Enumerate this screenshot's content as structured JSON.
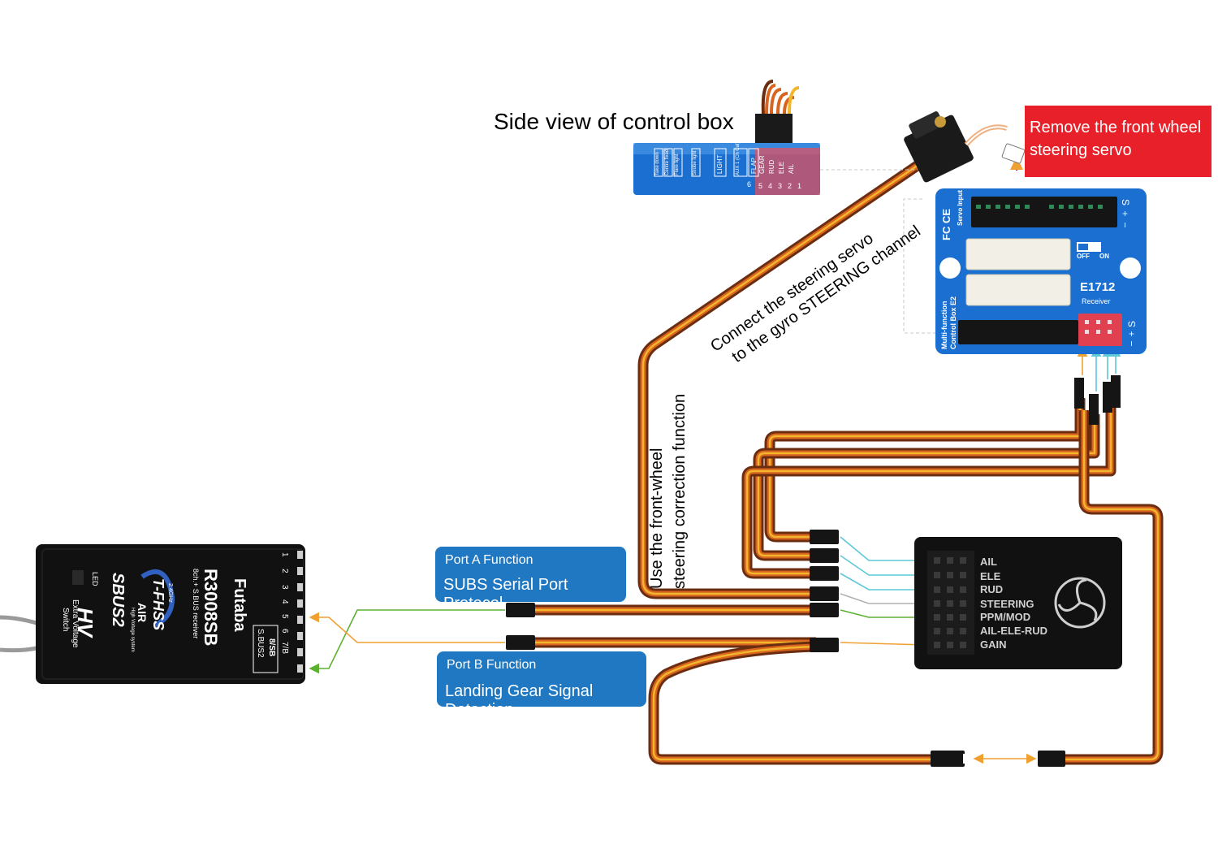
{
  "side_view_title": "Side view of control box",
  "remove_note": {
    "line1": "Remove the front wheel",
    "line2": "steering servo"
  },
  "connect_note": {
    "line1": "Connect the steering servo",
    "line2": "to the gyro STEERING channel"
  },
  "front_wheel_note": {
    "line1": "Use the front-wheel",
    "line2": "steering correction function"
  },
  "port_a": {
    "title": "Port A Function",
    "desc": "SUBS Serial Port Protocol"
  },
  "port_b": {
    "title": "Port B Function",
    "desc": "Landing Gear Signal Detection"
  },
  "receiver": {
    "brand": "Futaba",
    "model": "R3008SB",
    "subtitle": "8ch.+ S.BUS receiver",
    "tech": "T-FHSS",
    "band": "2.4GHz",
    "air": "AIR",
    "sbus": "SBUS2",
    "hv": "HV",
    "hv_note": "High Voltage system",
    "led": "LED",
    "extra_voltage": "Extra Voltage",
    "switch": "Switch",
    "sbus_port_a": "8/SB",
    "sbus_port_b": "S.BUS2",
    "channels": [
      "1",
      "2",
      "3",
      "4",
      "5",
      "6",
      "7/B"
    ]
  },
  "control_box": {
    "model": "E1712",
    "name_line1": "Multi-function",
    "name_line2": "Control Box E2",
    "receiver_label": "Receiver",
    "servo_input": "Servo Input",
    "switch_off": "OFF",
    "switch_on": "ON",
    "pins": [
      "S",
      "+",
      "−"
    ]
  },
  "side_view_labels": [
    "Take down",
    "Centre fixed",
    "Flare light",
    "Strobe light",
    "LIGHT",
    "AUX 1 (Ch Cal)",
    "FLAP",
    "GEAR",
    "RUD",
    "ELE",
    "AIL"
  ],
  "side_view_numbers": [
    "5",
    "4",
    "3",
    "2",
    "1"
  ],
  "side_view_aux": "6",
  "gyro_channels": [
    "AIL",
    "ELE",
    "RUD",
    "STEERING",
    "PPM/MOD",
    "AIL-ELE-RUD",
    "GAIN"
  ],
  "colors": {
    "callout_blue": "#1f78c1",
    "warning_red": "#e8202a",
    "signal_orange": "#f0a030",
    "signal_green": "#5cb030",
    "signal_cyan": "#5cc8d8",
    "signal_gray": "#b0b0b0",
    "box_blue": "#1a6fd0"
  }
}
